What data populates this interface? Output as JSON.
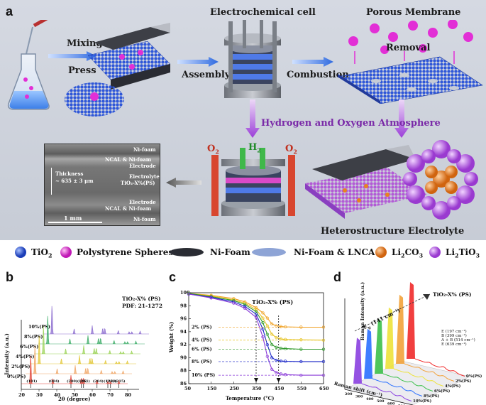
{
  "panel_a": {
    "label": "a",
    "steps": {
      "mixing": "Mixing",
      "press": "Press",
      "assembly": "Assembly",
      "combustion": "Combustion",
      "electrochemical_cell": "Electrochemical cell",
      "porous_membrane": "Porous Membrane",
      "removal": "Removal",
      "atmosphere": "Hydrogen and Oxygen Atmosphere",
      "heterostructure": "Heterostructure Electrolyte"
    },
    "gases": {
      "o2_left": "O",
      "h2": "H",
      "o2_right": "O",
      "sub": "2"
    },
    "sem": {
      "nifoam_top": "Ni-foam",
      "ncal_top": "NCAL & Ni-foam",
      "electrode_top": "Electrode",
      "thickness": "Thickness",
      "thickness_val": "~ 635 ± 3 μm",
      "electrolyte": "Electrolyte",
      "electrolyte_comp": "TiO₂-X%(PS)",
      "electrode_bottom": "Electrode",
      "ncal_bottom": "NCAL & Ni-foam",
      "nifoam_bottom": "Ni-foam",
      "scale": "1 mm"
    }
  },
  "legend": {
    "tio2": "TiO",
    "ps": "Polystyrene Spheres",
    "nifoam": "Ni-Foam",
    "lnca": "Ni-Foam & LNCA",
    "li2co3": "Li",
    "li2tio3": "Li",
    "colors": {
      "tio2": "#2f57d8",
      "ps": "#e22fd6",
      "li2co3": "#e8821f",
      "li2tio3": "#b25ad6"
    }
  },
  "panel_b": {
    "label": "b",
    "title": "TiO₂-X% (PS)",
    "pdf": "PDF: 21-1272",
    "ylabel": "Intensity (a.u.)",
    "xlabel": "2θ (degree)",
    "series": [
      "10%(PS)",
      "8%(PS)",
      "6%(PS)",
      "4%(PS)",
      "2%(PS)",
      "0%(PS)"
    ],
    "colors": [
      "#8e6fd0",
      "#3fae6a",
      "#9ed45a",
      "#e3c83a",
      "#f0a86a",
      "#e0453a"
    ],
    "xticks": [
      "20",
      "30",
      "40",
      "50",
      "60",
      "70",
      "80"
    ],
    "hkl": [
      "(101)",
      "(004)",
      "(200)",
      "(105)",
      "(211)",
      "(204)",
      "(116)",
      "(220)",
      "(215)"
    ],
    "peaks": [
      25.3,
      37.8,
      48.0,
      53.9,
      55.1,
      62.7,
      68.8,
      70.3,
      75.0
    ]
  },
  "panel_c": {
    "label": "c",
    "title": "TiO₂-X% (PS)",
    "ylabel": "Weight (%)",
    "xlabel": "Temperature (°C)",
    "xticks": [
      "50",
      "150",
      "250",
      "350",
      "450",
      "550",
      "650"
    ],
    "yticks": [
      "86",
      "88",
      "90",
      "92",
      "94",
      "96",
      "98",
      "100"
    ],
    "series_labels": [
      "2% (PS)",
      "4% (PS)",
      "6% (PS)",
      "8% (PS)",
      "10% (PS)"
    ]
  },
  "panel_d": {
    "label": "d",
    "title": "TiO₂-X% (PS)",
    "ylabel": "Raman Intensity (a.u.)",
    "xlabel": "Raman shift (cm⁻¹)",
    "eg_main": "E",
    "eg_main_val": "(141 cm⁻¹)",
    "peak_labels": [
      "E (197 cm⁻¹)",
      "B (399 cm⁻¹)",
      "A + B (514 cm⁻¹)",
      "E (639 cm⁻¹)"
    ],
    "series": [
      "0%(PS)",
      "2%(PS)",
      "4%(PS)",
      "6%(PS)",
      "8%(PS)",
      "10%(PS)"
    ],
    "colors": [
      "#f02a2a",
      "#f2a23a",
      "#ede23a",
      "#3cc04a",
      "#2a70ff",
      "#8a3fe0"
    ],
    "xticks": [
      "200",
      "300",
      "400",
      "500",
      "600",
      "700"
    ]
  },
  "chart_data": [
    {
      "type": "line",
      "title": "TiO₂-X% (PS)",
      "xlabel": "2θ (degree)",
      "ylabel": "Intensity (a.u.)",
      "xlim": [
        20,
        80
      ],
      "series": [
        {
          "name": "10%(PS)"
        },
        {
          "name": "8%(PS)"
        },
        {
          "name": "6%(PS)"
        },
        {
          "name": "4%(PS)"
        },
        {
          "name": "2%(PS)"
        },
        {
          "name": "0%(PS)"
        }
      ]
    },
    {
      "type": "line",
      "title": "TiO₂-X% (PS)",
      "xlabel": "Temperature (°C)",
      "ylabel": "Weight (%)",
      "xlim": [
        50,
        650
      ],
      "ylim": [
        86,
        100
      ],
      "x": [
        50,
        150,
        250,
        300,
        350,
        380,
        400,
        420,
        440,
        460,
        480,
        550,
        650
      ],
      "series": [
        {
          "name": "2% (PS)",
          "values": [
            99.9,
            99.6,
            99.1,
            98.6,
            97.7,
            96.9,
            96.1,
            95.2,
            94.9,
            94.8,
            94.75,
            94.7,
            94.7
          ]
        },
        {
          "name": "4% (PS)",
          "values": [
            99.9,
            99.5,
            98.9,
            98.4,
            97.4,
            96.1,
            94.9,
            93.6,
            93.1,
            92.9,
            92.8,
            92.75,
            92.7
          ]
        },
        {
          "name": "6% (PS)",
          "values": [
            99.9,
            99.4,
            98.8,
            98.2,
            97.1,
            95.4,
            93.6,
            92.0,
            91.6,
            91.45,
            91.4,
            91.3,
            91.3
          ]
        },
        {
          "name": "8% (PS)",
          "values": [
            99.8,
            99.3,
            98.6,
            97.9,
            96.7,
            94.4,
            92.0,
            90.0,
            89.6,
            89.5,
            89.45,
            89.4,
            89.4
          ]
        },
        {
          "name": "10% (PS)",
          "values": [
            99.8,
            99.2,
            98.4,
            97.6,
            96.2,
            93.2,
            90.2,
            88.2,
            87.7,
            87.5,
            87.4,
            87.3,
            87.3
          ]
        }
      ],
      "annotations": [
        "350",
        "450"
      ]
    },
    {
      "type": "line",
      "title": "TiO₂-X% (PS)",
      "xlabel": "Raman shift (cm⁻¹)",
      "ylabel": "Raman Intensity (a.u.)",
      "series": [
        {
          "name": "0%(PS)",
          "values": [
            1.0
          ]
        },
        {
          "name": "2%(PS)",
          "values": [
            0.9
          ]
        },
        {
          "name": "4%(PS)",
          "values": [
            0.8
          ]
        },
        {
          "name": "6%(PS)",
          "values": [
            0.72
          ]
        },
        {
          "name": "8%(PS)",
          "values": [
            0.65
          ]
        },
        {
          "name": "10%(PS)",
          "values": [
            0.6
          ]
        }
      ]
    }
  ]
}
